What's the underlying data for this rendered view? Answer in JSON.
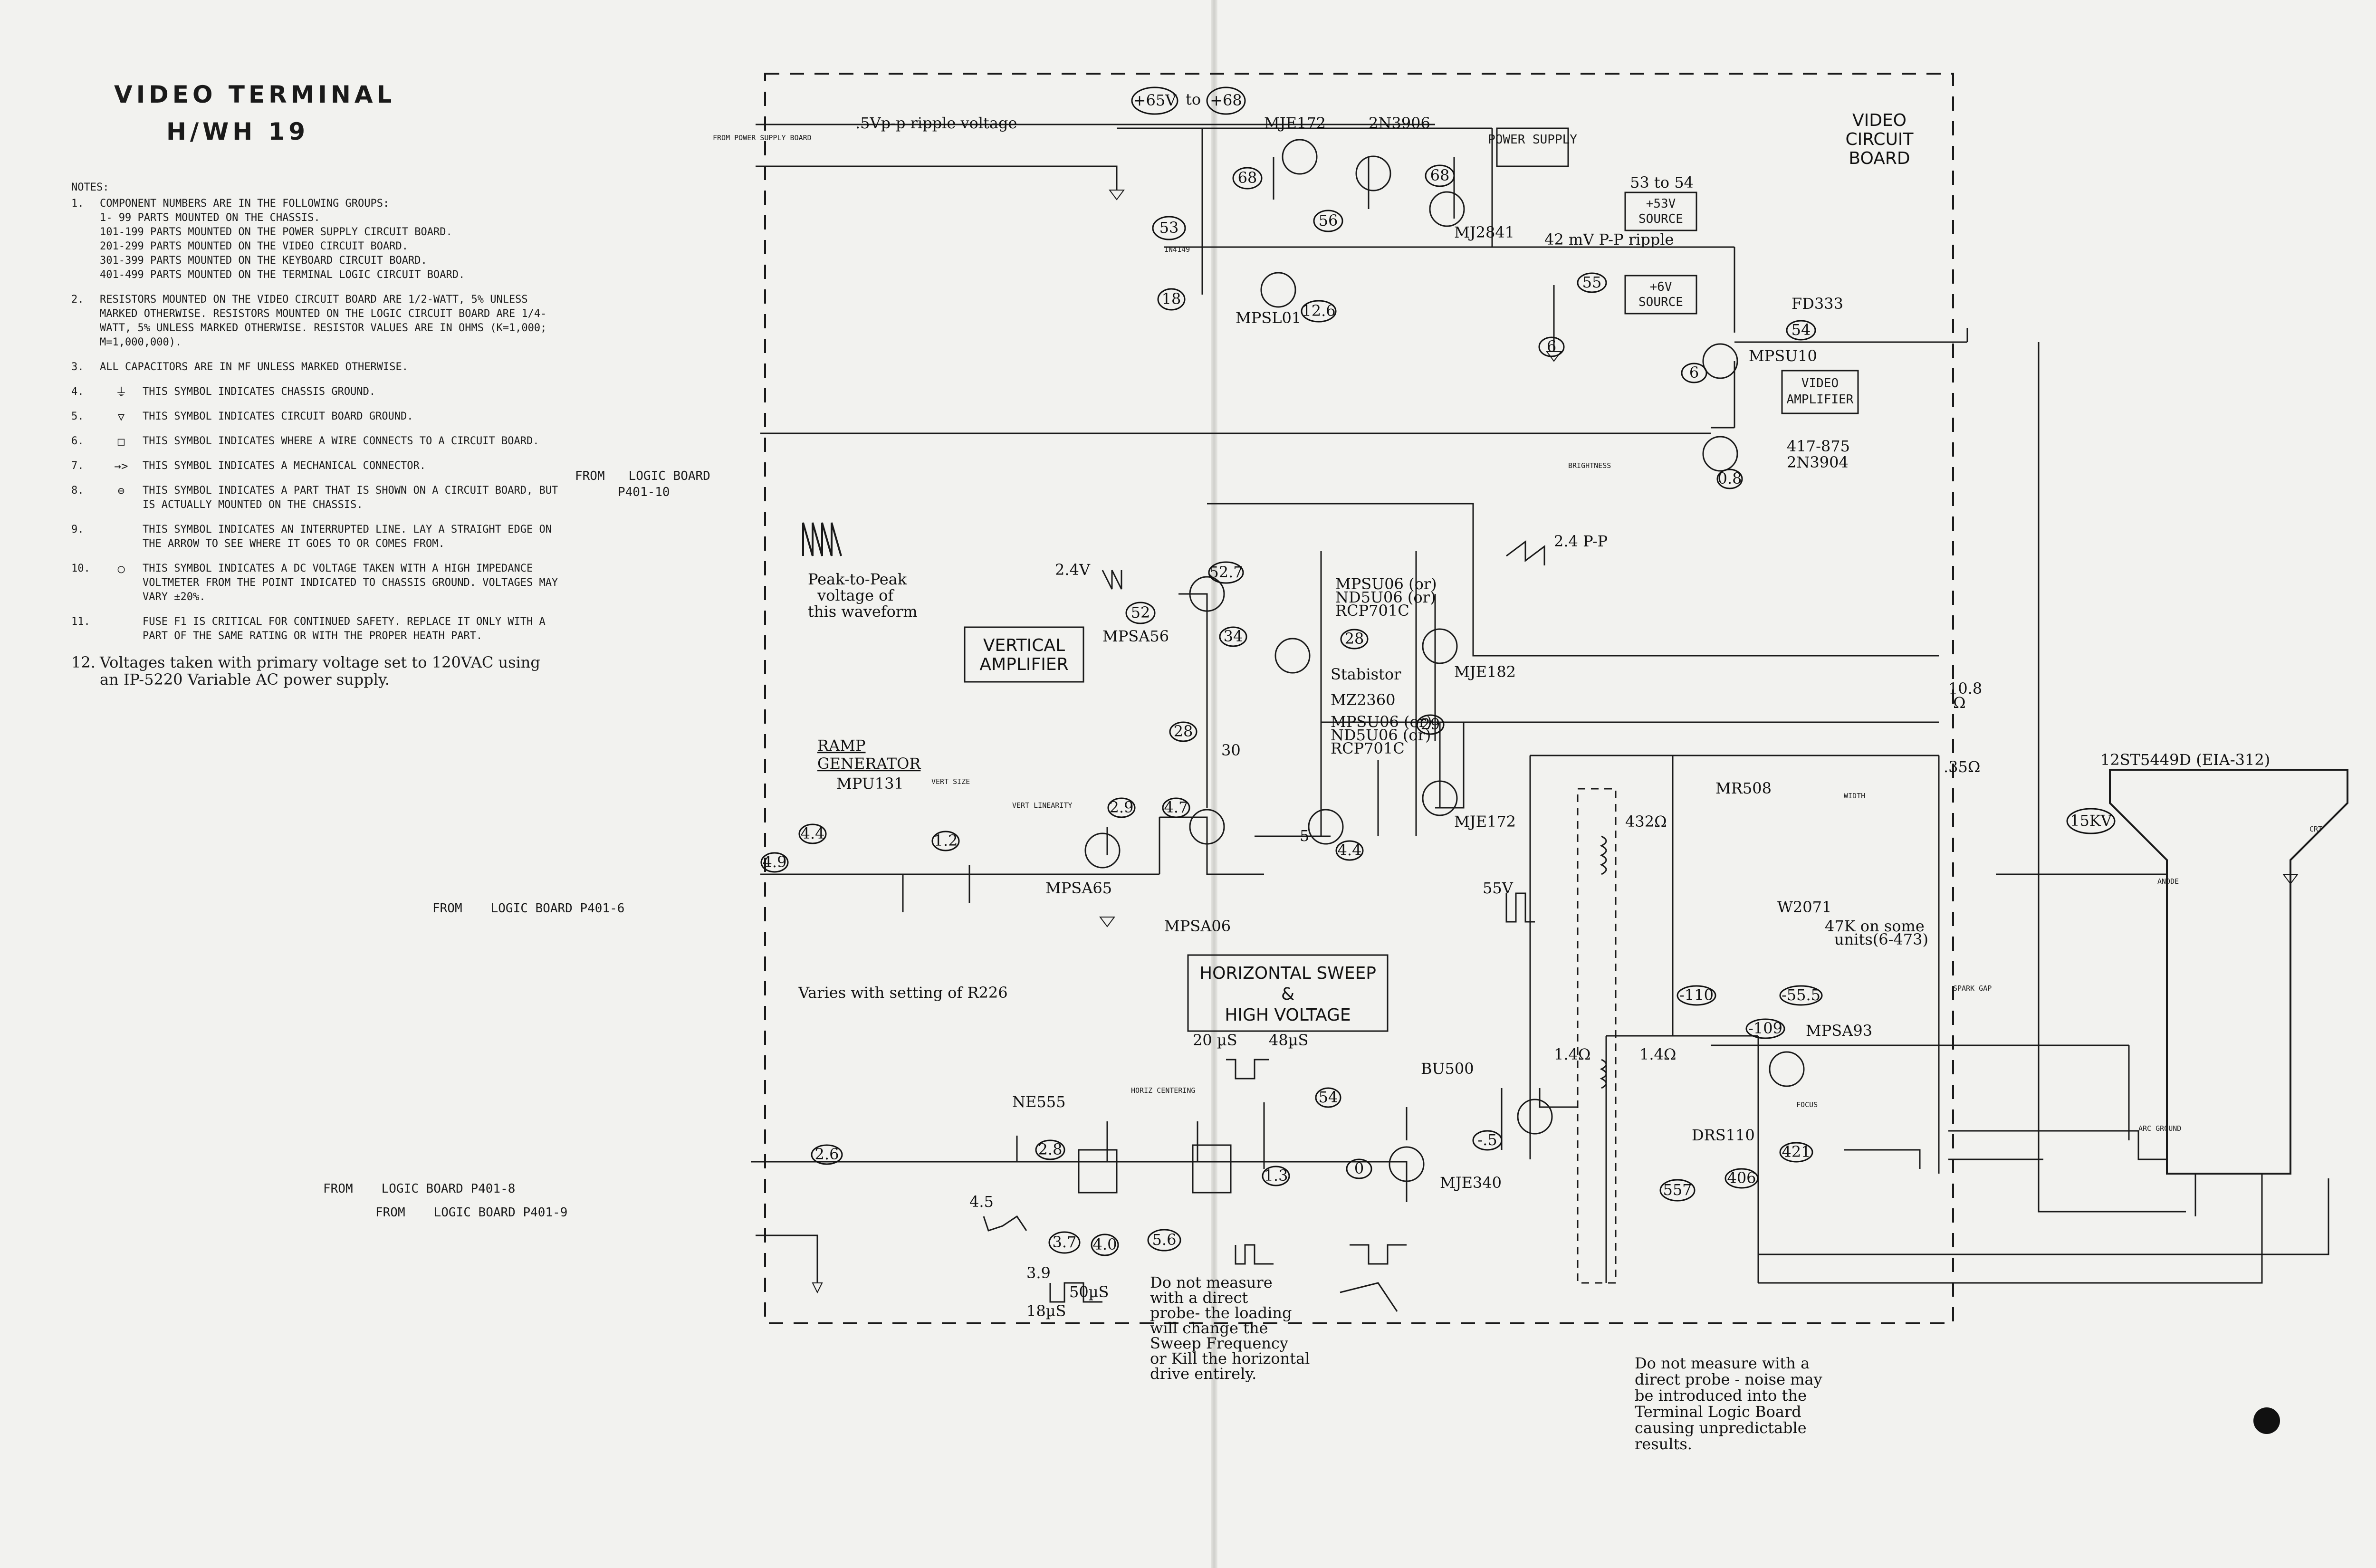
{
  "title": {
    "line1": "VIDEO  TERMINAL",
    "line2": "H/WH 19"
  },
  "notes": {
    "header": "NOTES:",
    "items": [
      {
        "num": "1.",
        "text": "COMPONENT NUMBERS ARE IN THE FOLLOWING GROUPS:\n  1- 99 PARTS MOUNTED ON THE CHASSIS.\n101-199 PARTS MOUNTED ON THE POWER SUPPLY CIRCUIT BOARD.\n201-299 PARTS MOUNTED ON THE VIDEO CIRCUIT BOARD.\n301-399 PARTS MOUNTED ON THE KEYBOARD CIRCUIT BOARD.\n401-499 PARTS MOUNTED ON THE TERMINAL LOGIC CIRCUIT BOARD."
      },
      {
        "num": "2.",
        "text": "RESISTORS MOUNTED ON THE VIDEO CIRCUIT BOARD ARE 1/2-WATT, 5% UNLESS MARKED OTHERWISE. RESISTORS MOUNTED ON THE LOGIC CIRCUIT BOARD ARE 1/4-WATT, 5% UNLESS MARKED OTHERWISE. RESISTOR VALUES ARE IN OHMS (k=1,000; M=1,000,000)."
      },
      {
        "num": "3.",
        "text": "ALL CAPACITORS ARE IN µF UNLESS MARKED OTHERWISE."
      },
      {
        "num": "4.",
        "sym": "⏚",
        "text": "THIS SYMBOL INDICATES CHASSIS GROUND."
      },
      {
        "num": "5.",
        "sym": "▽",
        "text": "THIS SYMBOL INDICATES CIRCUIT BOARD GROUND."
      },
      {
        "num": "6.",
        "sym": "□",
        "text": "THIS SYMBOL INDICATES WHERE A WIRE CONNECTS TO A CIRCUIT BOARD."
      },
      {
        "num": "7.",
        "sym": "→>",
        "text": "THIS SYMBOL INDICATES A MECHANICAL CONNECTOR."
      },
      {
        "num": "8.",
        "sym": "⊖",
        "text": "THIS SYMBOL INDICATES A PART THAT IS SHOWN ON A CIRCUIT BOARD, BUT IS ACTUALLY MOUNTED ON THE CHASSIS."
      },
      {
        "num": "9.",
        "text": "THIS SYMBOL INDICATES AN INTERRUPTED LINE. LAY A STRAIGHT EDGE ON THE ARROW TO SEE WHERE IT GOES TO OR COMES FROM."
      },
      {
        "num": "10.",
        "sym": "◯",
        "text": "THIS SYMBOL INDICATES A DC VOLTAGE TAKEN WITH A HIGH IMPEDANCE VOLTMETER FROM THE POINT INDICATED TO CHASSIS GROUND. VOLTAGES MAY VARY ±20%."
      },
      {
        "num": "11.",
        "text": "FUSE F1 IS CRITICAL FOR CONTINUED SAFETY. REPLACE IT ONLY WITH A PART OF THE SAME RATING OR WITH THE PROPER HEATH PART."
      },
      {
        "num": "12.",
        "text": "Voltages taken with primary voltage set to 120VAC using an IP-5220 Variable AC power supply."
      }
    ]
  },
  "boxes": {
    "power_supply": "POWER SUPPLY",
    "video_circuit_board": [
      "VIDEO",
      "CIRCUIT",
      "BOARD"
    ],
    "source53": [
      "+53V",
      "SOURCE"
    ],
    "source6": [
      "+6V",
      "SOURCE"
    ],
    "video_amplifier": [
      "VIDEO",
      "AMPLIFIER"
    ],
    "vertical_amplifier": [
      "VERTICAL",
      "AMPLIFIER"
    ],
    "horizontal_sweep": [
      "HORIZONTAL SWEEP",
      "&",
      "HIGH VOLTAGE"
    ],
    "ramp_generator": [
      "RAMP",
      "GENERATOR"
    ]
  },
  "connections": {
    "from_power_supply": "FROM POWER SUPPLY BOARD",
    "from_logic_p401_10": [
      "FROM",
      "LOGIC BOARD",
      "P401-10"
    ],
    "from_logic_p401_6": [
      "FROM",
      "LOGIC BOARD P401-6"
    ],
    "from_logic_p401_8": [
      "FROM",
      "LOGIC BOARD P401-8"
    ],
    "from_logic_p401_9": [
      "FROM",
      "LOGIC BOARD P401-9"
    ]
  },
  "parts": {
    "q211": "MJE172",
    "q212": "2N3906",
    "q213": "MJ2841",
    "q209": "MPSL01",
    "q214": "MPSU10",
    "q215": [
      "417-875",
      "2N3904"
    ],
    "d_fd333": "FD333",
    "d_1n4149": "1N4149",
    "q203": "MPSA56",
    "q205": [
      "MPSU06 (or)",
      "ND5U06 (or)",
      "RCP701C"
    ],
    "q206": [
      "MPSU06 (or)",
      "ND5U06 (or)",
      "RCP701C"
    ],
    "q207": "MJE182",
    "q208": "MJE172",
    "q202": "MPSA65",
    "q204": "MPSA06",
    "q201": "MPU131",
    "stabistor": [
      "Stabistor",
      "MZ2360"
    ],
    "ne555": "NE555",
    "bu500": "BU500",
    "mje340": "MJE340",
    "mpsa93": "MPSA93",
    "w2071": "W2071",
    "ds110": "DRS110",
    "mr508": "MR508",
    "crt": "12ST5449D (EIA-312)",
    "crt_lbl": "CRT"
  },
  "voltages": [
    "+65V",
    "+68",
    "53",
    "68",
    "56",
    "68",
    "18",
    "12.6",
    "55",
    "6",
    "54",
    "6",
    "52.7",
    "52",
    "34",
    "28",
    "28",
    "4.7",
    "30",
    "29",
    "5",
    "4.4",
    "4.4",
    "4.9",
    "1.2",
    "2.9",
    "0.8",
    "53 to 54",
    "15KV",
    "54",
    "-.5",
    "0",
    "5.6",
    "3.7",
    "4.0",
    "2.8",
    "2.6",
    "1.3",
    "-110",
    "-55.5",
    "-109",
    "406",
    "421",
    "557",
    "3.9"
  ],
  "annotations": {
    "ripple1": ".5Vp-p ripple voltage",
    "ripple2": "42 mV P-P ripple",
    "to": "to",
    "pv": [
      "Peak-to-Peak",
      "voltage of",
      "this waveform"
    ],
    "varies": "Varies with setting of R226",
    "noprobe1": [
      "Do not measure",
      "with a direct",
      "probe- the loading",
      "will change the",
      "Sweep Frequency",
      "or Kill the horizontal",
      "drive entirely."
    ],
    "noprobe2": [
      "Do not measure with a",
      "direct probe - noise may",
      "be introduced into the",
      "Terminal Logic Board",
      "causing unpredictable",
      "results."
    ],
    "w47k": [
      "47K on some",
      "units(6-473)"
    ],
    "r432": "432Ω",
    "ohm108": [
      "10.8",
      "Ω"
    ],
    "ohm35": ".35Ω",
    "ohm14a": "1.4Ω",
    "ohm14b": "1.4Ω",
    "v24": "2.4V",
    "v24pp": "2.4 P-P",
    "v55": "55V",
    "us20": "20 µS",
    "us48": "48µS",
    "us50": "50µS",
    "us18": "18µS",
    "v45": "4.5",
    "labels_small": [
      "BRIGHTNESS",
      "VERT LINEARITY",
      "VERT SIZE",
      "HORIZ CENTERING",
      "WIDTH",
      "FOCUS",
      "SPARK GAP",
      "ANODE",
      "ARC GROUND"
    ]
  },
  "colors": {
    "paper": "#f2f2ef",
    "ink": "#1a1a1a"
  }
}
